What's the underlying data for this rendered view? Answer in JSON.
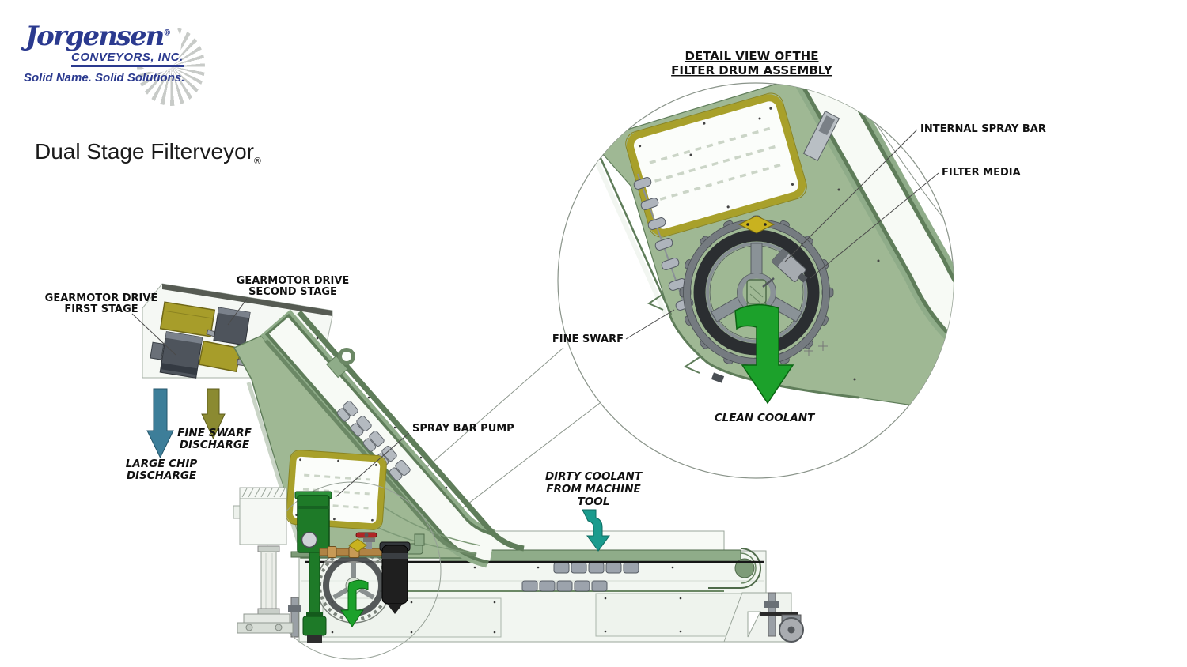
{
  "logo": {
    "brand": "Jorgensen",
    "registered": "®",
    "division": "CONVEYORS, INC.",
    "tagline": "Solid Name. Solid Solutions."
  },
  "title": {
    "text": "Dual Stage Filterveyor",
    "registered": "®"
  },
  "detail_view": {
    "heading": {
      "line1": "DETAIL VIEW OFTHE",
      "line2": "FILTER DRUM ASSEMBLY"
    },
    "labels": {
      "internal_spray_bar": "INTERNAL SPRAY BAR",
      "filter_media": "FILTER MEDIA",
      "fine_swarf": "FINE SWARF",
      "clean_coolant": "CLEAN COOLANT"
    }
  },
  "main_view": {
    "labels": {
      "gearmotor_first": {
        "line1": "GEARMOTOR DRIVE",
        "line2": "FIRST STAGE"
      },
      "gearmotor_second": {
        "line1": "GEARMOTOR DRIVE",
        "line2": "SECOND STAGE"
      },
      "spray_bar_pump": "SPRAY BAR PUMP",
      "fine_swarf_discharge": {
        "line1": "FINE SWARF",
        "line2": "DISCHARGE"
      },
      "large_chip_discharge": {
        "line1": "LARGE CHIP",
        "line2": "DISCHARGE"
      },
      "dirty_coolant": {
        "line1": "DIRTY COOLANT",
        "line2": "FROM MACHINE",
        "line3": "TOOL"
      }
    }
  },
  "colors": {
    "logo_blue": "#2B3A8F",
    "body_sage": "#9FB894",
    "body_edge_green": "#5F7D5A",
    "olive_frame": "#A8A02A",
    "gearbox_yellow": "#A79D2A",
    "pump_green": "#1E7A28",
    "clean_coolant_arrow": "#1CA12B",
    "dirty_coolant_arrow": "#1A9B8D",
    "large_chip_arrow": "#3D7E99",
    "fine_swarf_arrow": "#8B8A31",
    "drum_media_dark": "#2B2E31",
    "steel_gray": "#4E545C"
  }
}
